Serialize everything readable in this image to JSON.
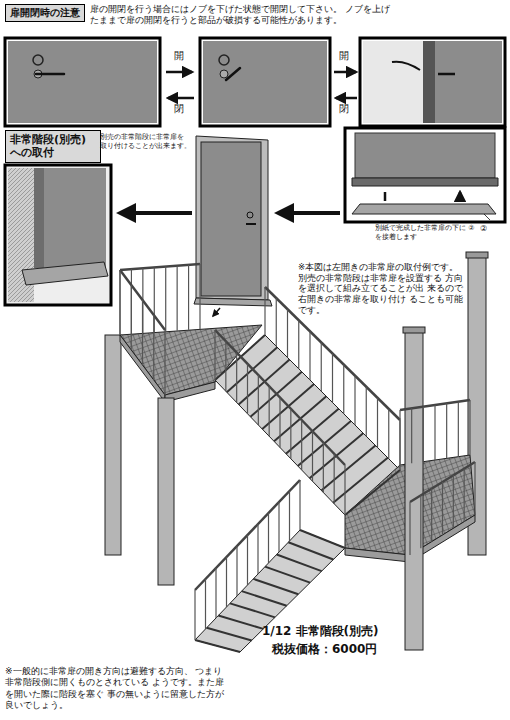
{
  "diagram": {
    "nodes": [
      {
        "text": [
          "扉開閉時の注意"
        ]
      },
      {
        "text": [
          "非常階段(別売) への取付"
        ]
      }
    ],
    "labels": [
      "扉の開閉を行う場合にはノブを下げた状態で開閉して下さい。 ノブを上げたままで扉の開閉を行うと部品が破損する可能性があります。",
      "開",
      "閉",
      "開",
      "閉",
      "別売の非常階段に非常扉を 取り付けることが出来ます。",
      "別紙で完成した非常扉の下に ②を接着します",
      "②",
      "※本図は左開きの非常扉の取付例です。 別売の非常階段は非常扉を設置する 方向を選択して組み立てることが出 来るので右開きの非常扉を取り付け ることも可能です。",
      "1/12 非常階段(別売)",
      "税抜価格：6000円",
      "※一般的に非常扉の開き方向は避難する方向、 つまり非常階段側に開くものとされている ようです。また扉を開いた際に階段を塞ぐ 事の無いように留意した方が良いでしょう。"
    ]
  }
}
